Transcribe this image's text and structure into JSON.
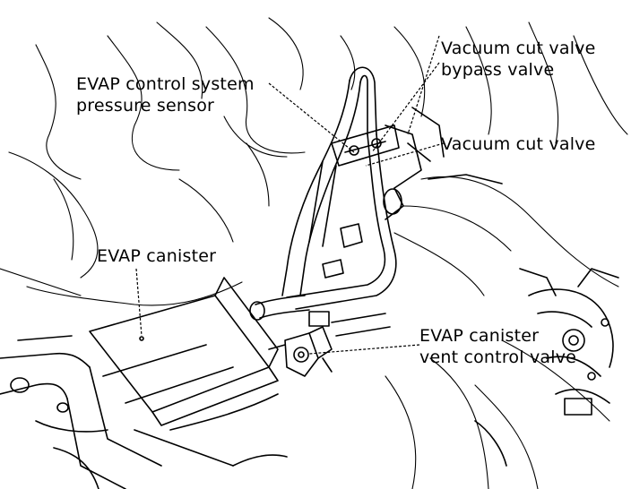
{
  "diagram": {
    "labels": {
      "pressure_sensor": [
        "EVAP control system",
        "pressure sensor"
      ],
      "vacuum_cut_bypass": [
        "Vacuum cut valve",
        "bypass valve"
      ],
      "vacuum_cut": "Vacuum cut valve",
      "canister": "EVAP canister",
      "vent_control": [
        "EVAP canister",
        "vent control valve"
      ]
    },
    "colors": {
      "ink": "#000000",
      "background": "#ffffff"
    }
  }
}
